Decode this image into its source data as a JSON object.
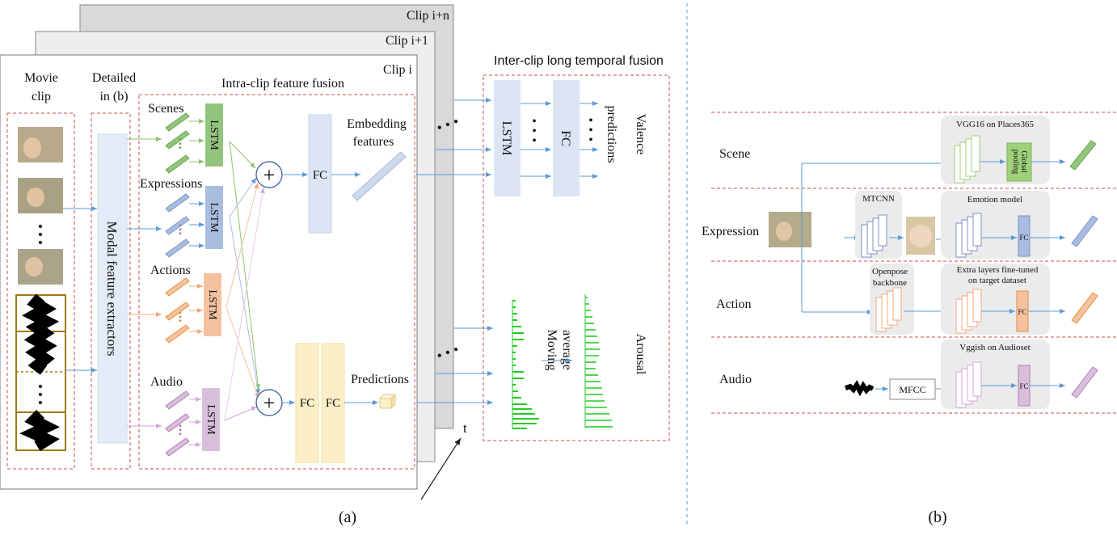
{
  "panel_a": {
    "clip_labels": [
      "Clip i+n",
      "Clip i+1",
      "Clip i"
    ],
    "movie_clip_label": [
      "Movie",
      "clip"
    ],
    "detailed_label": [
      "Detailed",
      "in (b)"
    ],
    "intra_title": "Intra-clip feature fusion",
    "extractor_label": "Modal feature extractors",
    "modalities": [
      "Scenes",
      "Expressions",
      "Actions",
      "Audio"
    ],
    "lstm": "LSTM",
    "fc": "FC",
    "plus": "+",
    "embedding": [
      "Embedding",
      "features"
    ],
    "predictions": "Predictions",
    "time_axis": "t",
    "caption": "(a)"
  },
  "inter": {
    "title": "Inter-clip long temporal fusion",
    "lstm": "LSTM",
    "fc": "FC",
    "predictions": "predictions",
    "valence": "Valence",
    "moving_average": [
      "Moving",
      "average"
    ],
    "arousal": "Arousal"
  },
  "panel_b": {
    "rows": [
      "Scene",
      "Expression",
      "Action",
      "Audio"
    ],
    "scene_model": "VGG16 on Places365",
    "global_pooling": [
      "Global",
      "pooling"
    ],
    "mtcnn": "MTCNN",
    "emotion_model": "Emotion  model",
    "openpose": [
      "Openpose",
      "backbone"
    ],
    "extra_layers": [
      "Extra layers  fine-tuned",
      "on target dataset"
    ],
    "vggish": "Vggish on Audioset",
    "mfcc": "MFCC",
    "fc": "FC",
    "caption": "(b)"
  },
  "colors": {
    "scene": "#9fd17a",
    "expression": "#a9bde0",
    "action": "#f5c2a0",
    "audio": "#d8bfdc",
    "fc_block": "#dbe5f4",
    "fc_yellow": "#fcefc8",
    "arrow": "#5b9bd5",
    "dashed_red": "#c0504d",
    "chart_green": "#22cc22"
  }
}
